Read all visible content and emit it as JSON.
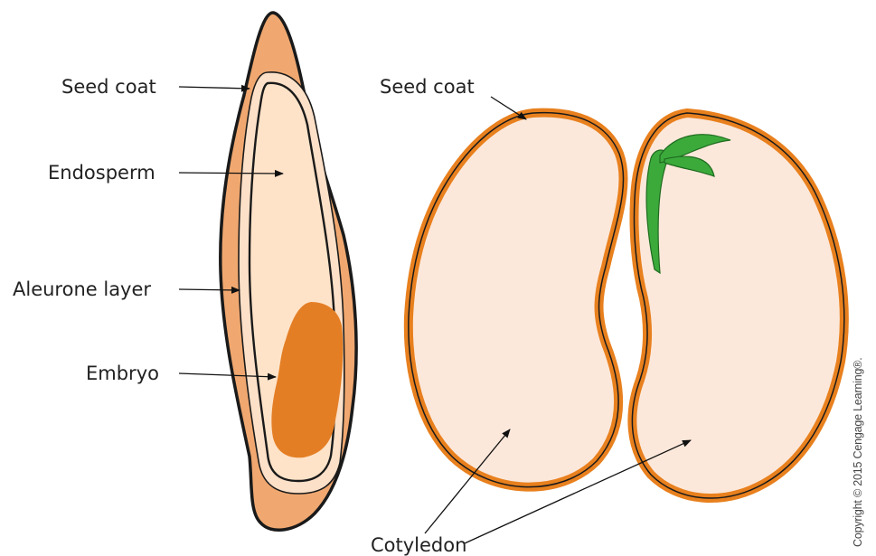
{
  "labels": {
    "grain_seed_coat": "Seed coat",
    "endosperm": "Endosperm",
    "aleurone_layer": "Aleurone layer",
    "embryo": "Embryo",
    "bean_seed_coat": "Seed coat",
    "cotyledon": "Cotyledon"
  },
  "copyright": "Copyright © 2015 Cengage Learning®.",
  "colors": {
    "grain_coat_fill": "#F0A870",
    "outline": "#1a1a1a",
    "aleurone_fill": "#FCE0C8",
    "endosperm_fill": "#FFE3C8",
    "embryo_fill": "#E47E25",
    "bean_coat": "#E8801E",
    "cotyledon_fill": "#FCE8DA",
    "sprout_green": "#3BAA3B"
  }
}
